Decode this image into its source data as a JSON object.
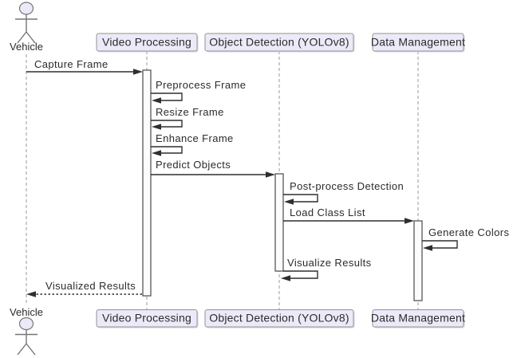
{
  "diagram": {
    "type": "sequence-diagram",
    "actor": {
      "label": "Vehicle"
    },
    "participants": [
      {
        "id": "video-processing",
        "label": "Video Processing"
      },
      {
        "id": "object-detection",
        "label": "Object Detection (YOLOv8)"
      },
      {
        "id": "data-management",
        "label": "Data Management"
      }
    ],
    "messages": [
      {
        "label": "Capture Frame",
        "from": "Vehicle",
        "to": "Video Processing",
        "style": "solid"
      },
      {
        "label": "Preprocess Frame",
        "from": "Video Processing",
        "to": "Video Processing",
        "style": "self"
      },
      {
        "label": "Resize Frame",
        "from": "Video Processing",
        "to": "Video Processing",
        "style": "self"
      },
      {
        "label": "Enhance Frame",
        "from": "Video Processing",
        "to": "Video Processing",
        "style": "self"
      },
      {
        "label": "Predict Objects",
        "from": "Video Processing",
        "to": "Object Detection (YOLOv8)",
        "style": "solid"
      },
      {
        "label": "Post-process Detection",
        "from": "Object Detection (YOLOv8)",
        "to": "Object Detection (YOLOv8)",
        "style": "self"
      },
      {
        "label": "Load Class List",
        "from": "Object Detection (YOLOv8)",
        "to": "Data Management",
        "style": "solid"
      },
      {
        "label": "Generate Colors",
        "from": "Data Management",
        "to": "Data Management",
        "style": "self"
      },
      {
        "label": "Visualize Results",
        "from": "Object Detection (YOLOv8)",
        "to": "Object Detection (YOLOv8)",
        "style": "self"
      },
      {
        "label": "Visualized Results",
        "from": "Video Processing",
        "to": "Vehicle",
        "style": "dotted"
      }
    ],
    "colors": {
      "background": "#ffffff",
      "participant_fill": "#ECEAF8",
      "participant_border": "#939393",
      "lifeline": "#9a9a9a",
      "message_line": "#2f2f2f",
      "text": "#2b2b2b",
      "activation_fill": "#fcfcfc",
      "activation_border": "#4a4a4a",
      "actor_head_fill": "#ECEAF8",
      "actor_stroke": "#767676"
    }
  }
}
